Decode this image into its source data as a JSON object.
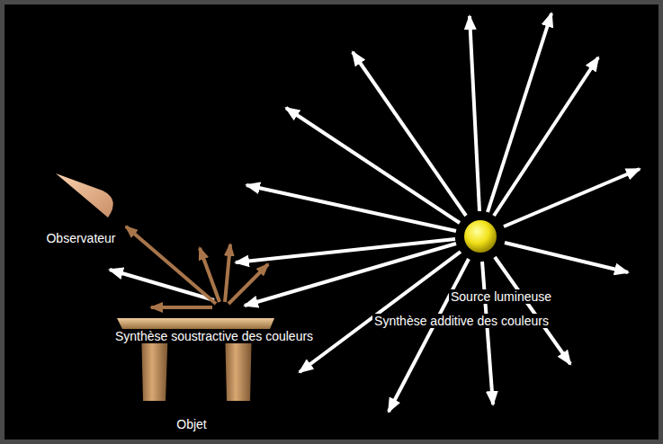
{
  "diagram": {
    "labels": [
      "Observateur",
      "Source lumineuse",
      "Synthèse additive des couleurs",
      "Synthèse soustractive des couleurs",
      "Objet"
    ]
  }
}
